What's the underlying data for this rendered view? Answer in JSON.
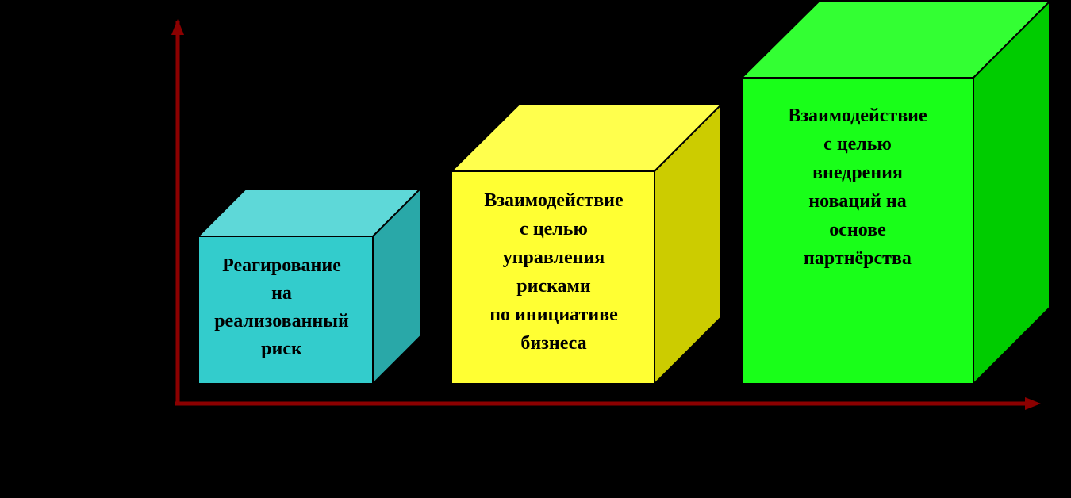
{
  "colors": {
    "background": "#000000",
    "axis": "#8b0000",
    "outline": "#000000"
  },
  "cubes": [
    {
      "id": "reaction",
      "front_color": "#33cccc",
      "top_color": "#5ed8d8",
      "side_color": "#29a8a8",
      "lines": [
        "Реагирование",
        "на",
        "реализованный",
        "риск"
      ]
    },
    {
      "id": "risk-management",
      "front_color": "#ffff33",
      "top_color": "#ffff4d",
      "side_color": "#cccc00",
      "lines": [
        "Взаимодействие",
        "с целью",
        "управления",
        "рисками",
        "по инициативе",
        "бизнеса"
      ]
    },
    {
      "id": "innovation",
      "front_color": "#19ff19",
      "top_color": "#33ff33",
      "side_color": "#00cc00",
      "lines": [
        "Взаимодействие",
        "с целью",
        "внедрения",
        "новаций на",
        "основе",
        "партнёрства"
      ]
    }
  ]
}
